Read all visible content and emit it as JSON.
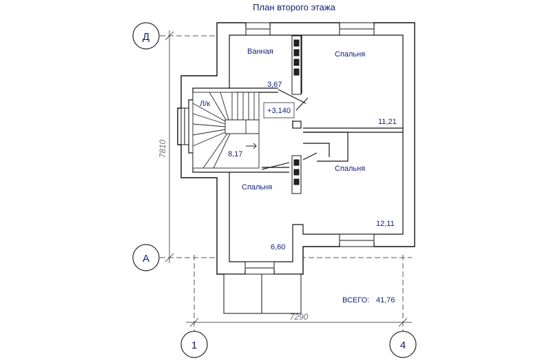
{
  "title": "План второго этажа",
  "dimensions": {
    "width": "7290",
    "height": "7810"
  },
  "axes": {
    "top": "Д",
    "bottom": "А",
    "left": "1",
    "right": "4"
  },
  "rooms": {
    "bathroom": {
      "name": "Ванная",
      "area": "3,67"
    },
    "bedroom_top": {
      "name": "Спальня",
      "area": "11,21"
    },
    "bedroom_right": {
      "name": "Спальня",
      "area": "12,11"
    },
    "bedroom_left": {
      "name": "Спальня",
      "area": "6,60"
    },
    "stair": {
      "name": "Л/к",
      "area": "8,17"
    }
  },
  "level_mark": "+3,140",
  "total": {
    "label": "ВСЕГО:",
    "value": "41,76"
  },
  "colors": {
    "wall": "#ffffff",
    "line": "#111111",
    "text": "#0a1a8c",
    "dim": "#6b7080"
  }
}
